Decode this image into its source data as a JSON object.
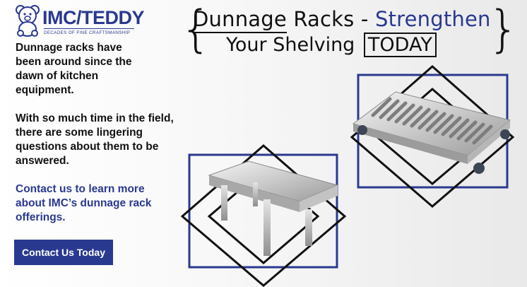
{
  "logo": {
    "brand": "IMC/TEDDY",
    "tagline": "DECADES OF FINE CRAFTSMANSHIP"
  },
  "headline": {
    "part1": "Dunnage",
    "part2": " Racks - ",
    "part3": "Strengthen",
    "line2_prefix": "Your Shelving",
    "line2_boxed": "TODAY"
  },
  "body": {
    "paragraph1": "Dunnage racks have been around since the dawn of kitchen equipment.",
    "paragraph2": "With so much time in the field, there are some lingering questions about them to be answered.",
    "paragraph3": "Contact us to learn more about IMC’s dunnage rack offerings."
  },
  "cta": {
    "label": "Contact Us Today"
  },
  "colors": {
    "brand_blue": "#2a3990",
    "text_dark": "#111111"
  },
  "icons": {
    "logo_mark": "teddy-bear-icon"
  }
}
